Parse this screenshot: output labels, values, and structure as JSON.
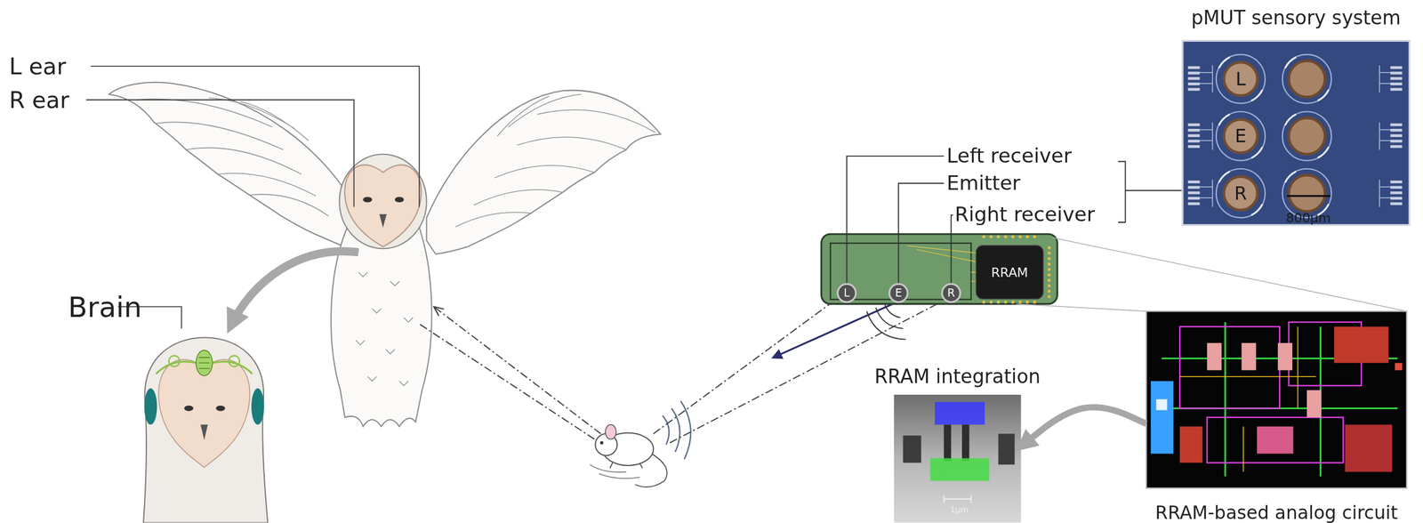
{
  "diagram": {
    "nodes": [
      {
        "text": [
          "L"
        ]
      },
      {
        "text": [
          "E"
        ]
      },
      {
        "text": [
          "R"
        ]
      },
      {
        "text": [
          "RRAM"
        ]
      },
      {
        "text": [
          "pMUT sensory system"
        ]
      },
      {
        "text": [
          "L"
        ],
        "in": 4
      },
      {
        "text": [
          "E"
        ],
        "in": 4
      },
      {
        "text": [
          "R"
        ],
        "in": 4
      },
      {
        "text": [
          "RRAM integration"
        ]
      },
      {
        "text": [
          "RRAM-based analog circuit"
        ]
      }
    ],
    "edges": [
      {
        "from": 9,
        "to": 8,
        "arrow": "to"
      }
    ],
    "labels": [
      "L ear",
      "R ear",
      "Brain",
      "Left receiver",
      "Emitter",
      "Right receiver",
      "800µm",
      "1µm"
    ]
  }
}
